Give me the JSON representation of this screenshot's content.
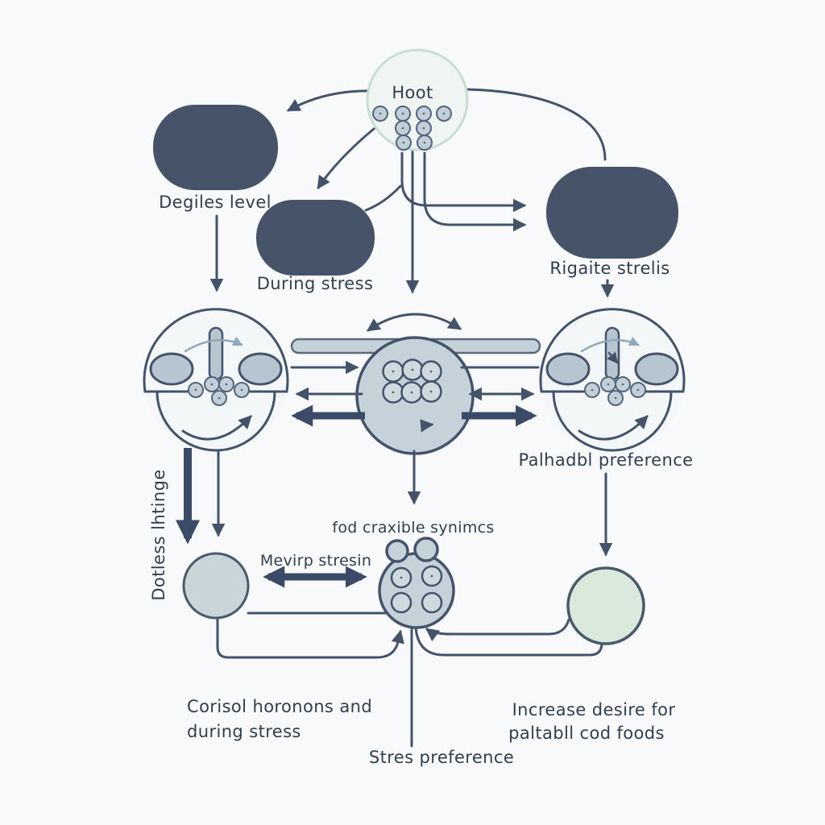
{
  "colors": {
    "background": "#f7f9fa",
    "dark_shape": "#465368",
    "line": "#44536a",
    "thick_line": "#3b4a66",
    "light_fill": "#c6d2d9",
    "node_fill": "#b6c5cf",
    "hoot_fill": "#eff5f3",
    "hoot_stroke": "#c8ddd3",
    "green_fill": "#d9e9db",
    "light_arrow": "#8fa9bc",
    "text": "#313e4e"
  },
  "labels": {
    "hoot": "Hoot",
    "desires_level": "Degiles level",
    "during_stress": "During stress",
    "rigaite_strelis": "Rigaite strelis",
    "palatable_preference": "Palhadbl preference",
    "dotless_lhtinge": "Dotless lhtinge",
    "food_craxible": "fod craxible synimcs",
    "mevirp_stresin": "Mevirp stresin",
    "cortisol_line1": "Corisol horonons and",
    "cortisol_line2": "during stress",
    "increase_line1": "Increase desire for",
    "increase_line2": "paltabll cod foods",
    "stress_preference": "Stres preference"
  }
}
